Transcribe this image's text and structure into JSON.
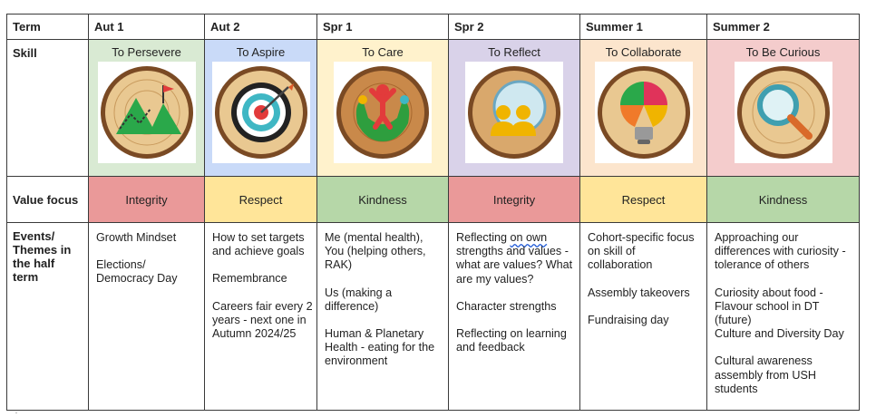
{
  "colors": {
    "aut1_bg": "#d9ead3",
    "aut2_bg": "#c9daf8",
    "spr1_bg": "#fff2cc",
    "spr2_bg": "#d9d2e9",
    "sum1_bg": "#fce5cd",
    "sum2_bg": "#f4cccc",
    "integrity": "#ea9999",
    "respect": "#ffe599",
    "kindness": "#b6d7a8"
  },
  "header": {
    "term": "Term",
    "terms": [
      "Aut 1",
      "Aut 2",
      "Spr 1",
      "Spr 2",
      "Summer 1",
      "Summer 2"
    ]
  },
  "skill": {
    "label": "Skill",
    "items": [
      {
        "title": "To Persevere",
        "icon": "mountain-flag-icon"
      },
      {
        "title": "To Aspire",
        "icon": "target-arrow-icon"
      },
      {
        "title": "To Care",
        "icon": "caring-hands-icon"
      },
      {
        "title": "To Reflect",
        "icon": "reflection-mirror-icon"
      },
      {
        "title": "To Collaborate",
        "icon": "puzzle-lightbulb-icon"
      },
      {
        "title": "To Be Curious",
        "icon": "magnifying-glass-icon"
      }
    ]
  },
  "value_focus": {
    "label": "Value focus",
    "items": [
      "Integrity",
      "Respect",
      "Kindness",
      "Integrity",
      "Respect",
      "Kindness"
    ]
  },
  "events": {
    "label_line1": "Events/",
    "label_line2": "Themes in",
    "label_line3": "the half",
    "label_line4": "term",
    "aut1": [
      "Growth Mindset",
      "Elections/ Democracy Day"
    ],
    "aut2": [
      "How to set targets and achieve goals",
      "Remembrance",
      "Careers fair every 2 years - next one in Autumn 2024/25"
    ],
    "spr1": [
      "Me (mental health), You (helping others, RAK)",
      "Us (making a difference)",
      "Human & Planetary Health - eating for the environment"
    ],
    "spr2": [
      "Reflecting ",
      "on own",
      " strengths and values - what are values? What are my values?",
      "Character strengths",
      "Reflecting on learning and feedback"
    ],
    "sum1": [
      "Cohort-specific focus on skill of collaboration",
      "Assembly takeovers",
      "Fundraising day"
    ],
    "sum2": [
      "Approaching our differences with curiosity - tolerance of others",
      "Curiosity about food - Flavour school in DT (future)",
      "Culture and Diversity Day",
      "Cultural awareness assembly from USH students"
    ]
  }
}
